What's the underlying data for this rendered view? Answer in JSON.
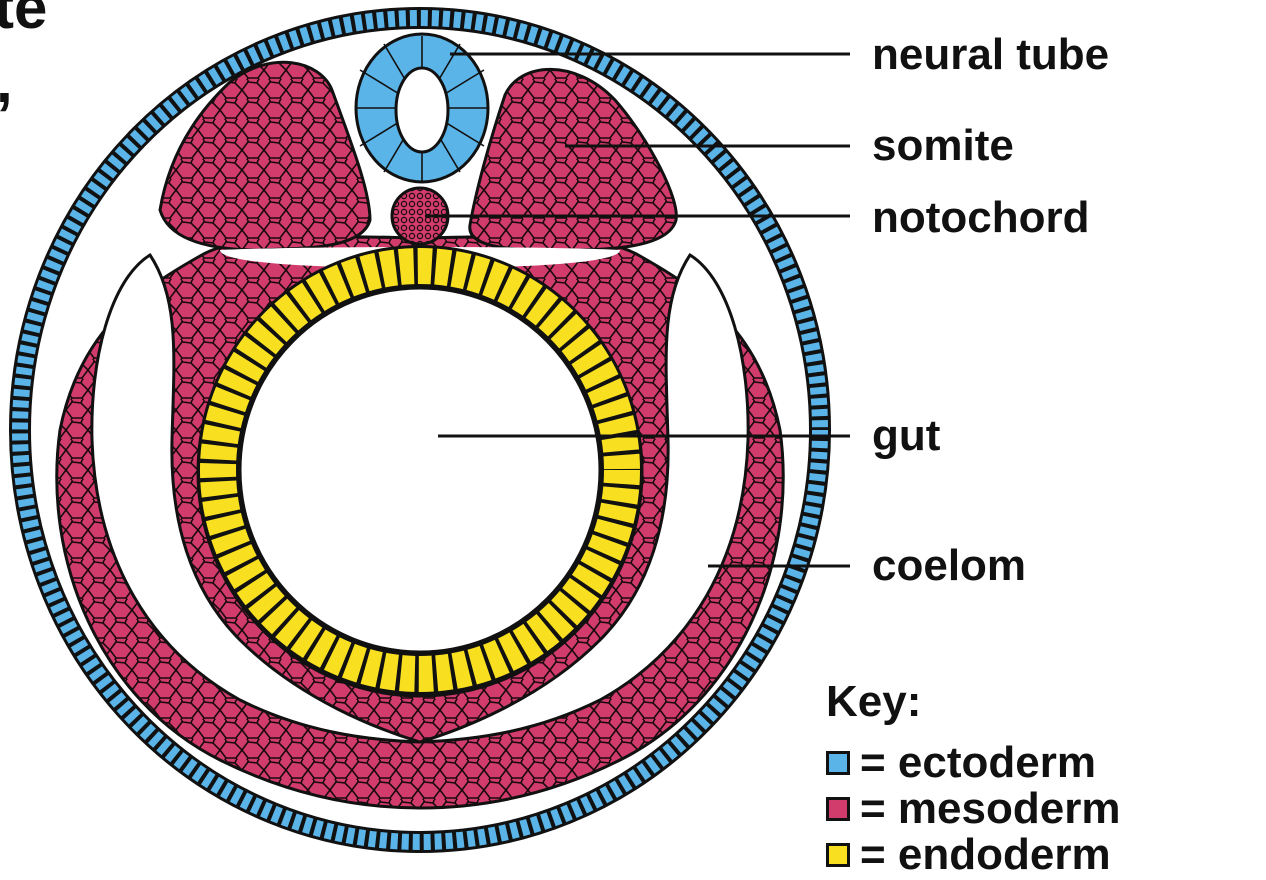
{
  "fragments": {
    "top": "te",
    "comma": ","
  },
  "labels": {
    "neural_tube": "neural tube",
    "somite": "somite",
    "notochord": "notochord",
    "gut": "gut",
    "coelom": "coelom"
  },
  "key": {
    "title": "Key:",
    "items": [
      {
        "text": "= ectoderm",
        "color": "#5ab4e8"
      },
      {
        "text": "= mesoderm",
        "color": "#d23c6c"
      },
      {
        "text": "= endoderm",
        "color": "#f8e020"
      }
    ]
  },
  "colors": {
    "ectoderm": "#5ab4e8",
    "mesoderm": "#d23c6c",
    "endoderm": "#f8e020",
    "outline": "#111111"
  }
}
